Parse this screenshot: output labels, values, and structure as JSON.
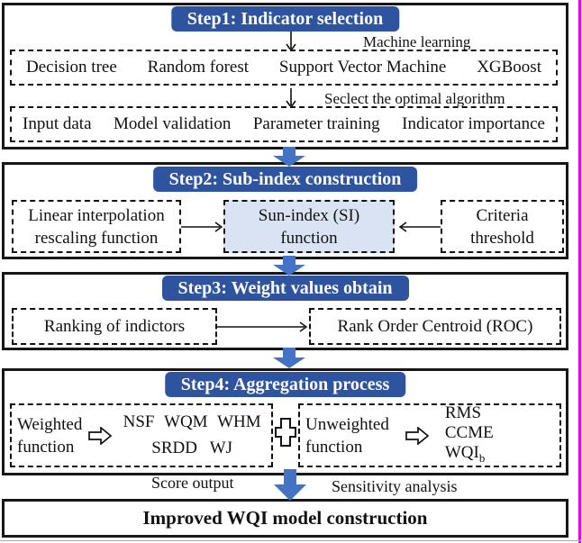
{
  "colors": {
    "header_blue": "#2e54a0",
    "arrow_blue": "#4472c4",
    "center_box_fill": "#dae3f3",
    "frame_magenta": "#e800e8"
  },
  "step1": {
    "title": "Step1: Indicator selection",
    "machine_learning_label": "Machine learning",
    "algorithms": [
      "Decision tree",
      "Random forest",
      "Support Vector Machine",
      "XGBoost"
    ],
    "select_label": "Seclect the optimal algorithm",
    "training_items": [
      "Input data",
      "Model validation",
      "Parameter training",
      "Indicator importance"
    ]
  },
  "step2": {
    "title": "Step2: Sub-index construction",
    "left_line1": "Linear interpolation",
    "left_line2": "rescaling function",
    "center_line1": "Sun-index (SI)",
    "center_line2": "function",
    "right_line1": "Criteria",
    "right_line2": "threshold"
  },
  "step3": {
    "title": "Step3: Weight values obtain",
    "left_box": "Ranking of indictors",
    "right_box": "Rank Order Centroid (ROC)"
  },
  "step4": {
    "title": "Step4: Aggregation process",
    "weighted_line1": "Weighted",
    "weighted_line2": "function",
    "weighted_row1": [
      "NSF",
      "WQM",
      "WHM"
    ],
    "weighted_row2": [
      "SRDD",
      "WJ"
    ],
    "unweighted_line1": "Unweighted",
    "unweighted_line2": "function",
    "unweighted_out1": "RMS",
    "unweighted_out2": "CCME",
    "unweighted_out3_base": "WQI",
    "unweighted_out3_sub": "b"
  },
  "footer": {
    "score_label": "Score output",
    "sensitivity_label": "Sensitivity analysis",
    "final_title": "Improved WQI model construction"
  }
}
